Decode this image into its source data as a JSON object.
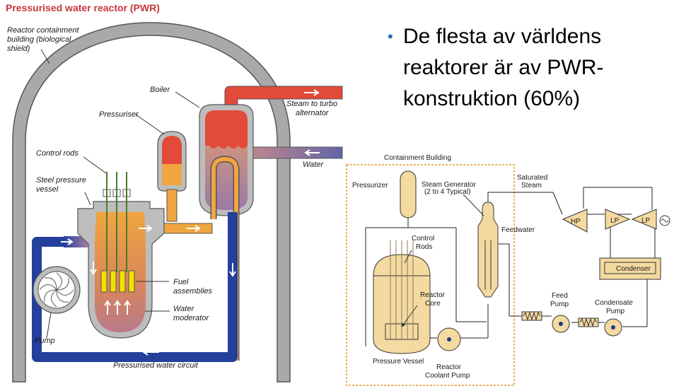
{
  "title": "Pressurised water reactor (PWR)",
  "bullet": "De flesta av världens reaktorer är av PWR-konstruktion (60%)",
  "pwr_labels": {
    "containment_line1": "Reactor containment",
    "containment_line2": "building (biological",
    "containment_line3": "shield)",
    "boiler": "Boiler",
    "pressuriser": "Pressuriser",
    "steam_line1": "Steam to turbo",
    "steam_line2": "alternator",
    "control_rods": "Control rods",
    "water": "Water",
    "vessel_line1": "Steel pressure",
    "vessel_line2": "vessel",
    "fuel_line1": "Fuel",
    "fuel_line2": "assemblies",
    "moderator_line1": "Water",
    "moderator_line2": "moderator",
    "pump": "Pump",
    "circuit": "Pressurised water circuit"
  },
  "schematic_labels": {
    "containment": "Containment Building",
    "pressurizer": "Pressurizer",
    "sg_line1": "Steam Generator",
    "sg_line2": "(2 to 4 Typical)",
    "saturated_line1": "Saturated",
    "saturated_line2": "Steam",
    "hp": "HP",
    "lp1": "LP",
    "lp2": "LP",
    "control_line1": "Control",
    "control_line2": "Rods",
    "feedwater": "Feedwater",
    "condenser": "Condenser",
    "reactor_line1": "Reactor",
    "reactor_line2": "Core",
    "feed_pump_line1": "Feed",
    "feed_pump_line2": "Pump",
    "condensate_line1": "Condensate",
    "condensate_line2": "Pump",
    "pressure_vessel": "Pressure Vessel",
    "rcp_line1": "Reactor",
    "rcp_line2": "Coolant Pump"
  },
  "colors": {
    "title": "#c8363c",
    "bullet": "#2a6fb7",
    "hot_steam": "#e24a3a",
    "hot_water": "#f0a540",
    "cold_water": "#23409a",
    "concrete": "#a9a9a9",
    "steel": "#bdbdbd",
    "tan": "#f4d9a0"
  }
}
